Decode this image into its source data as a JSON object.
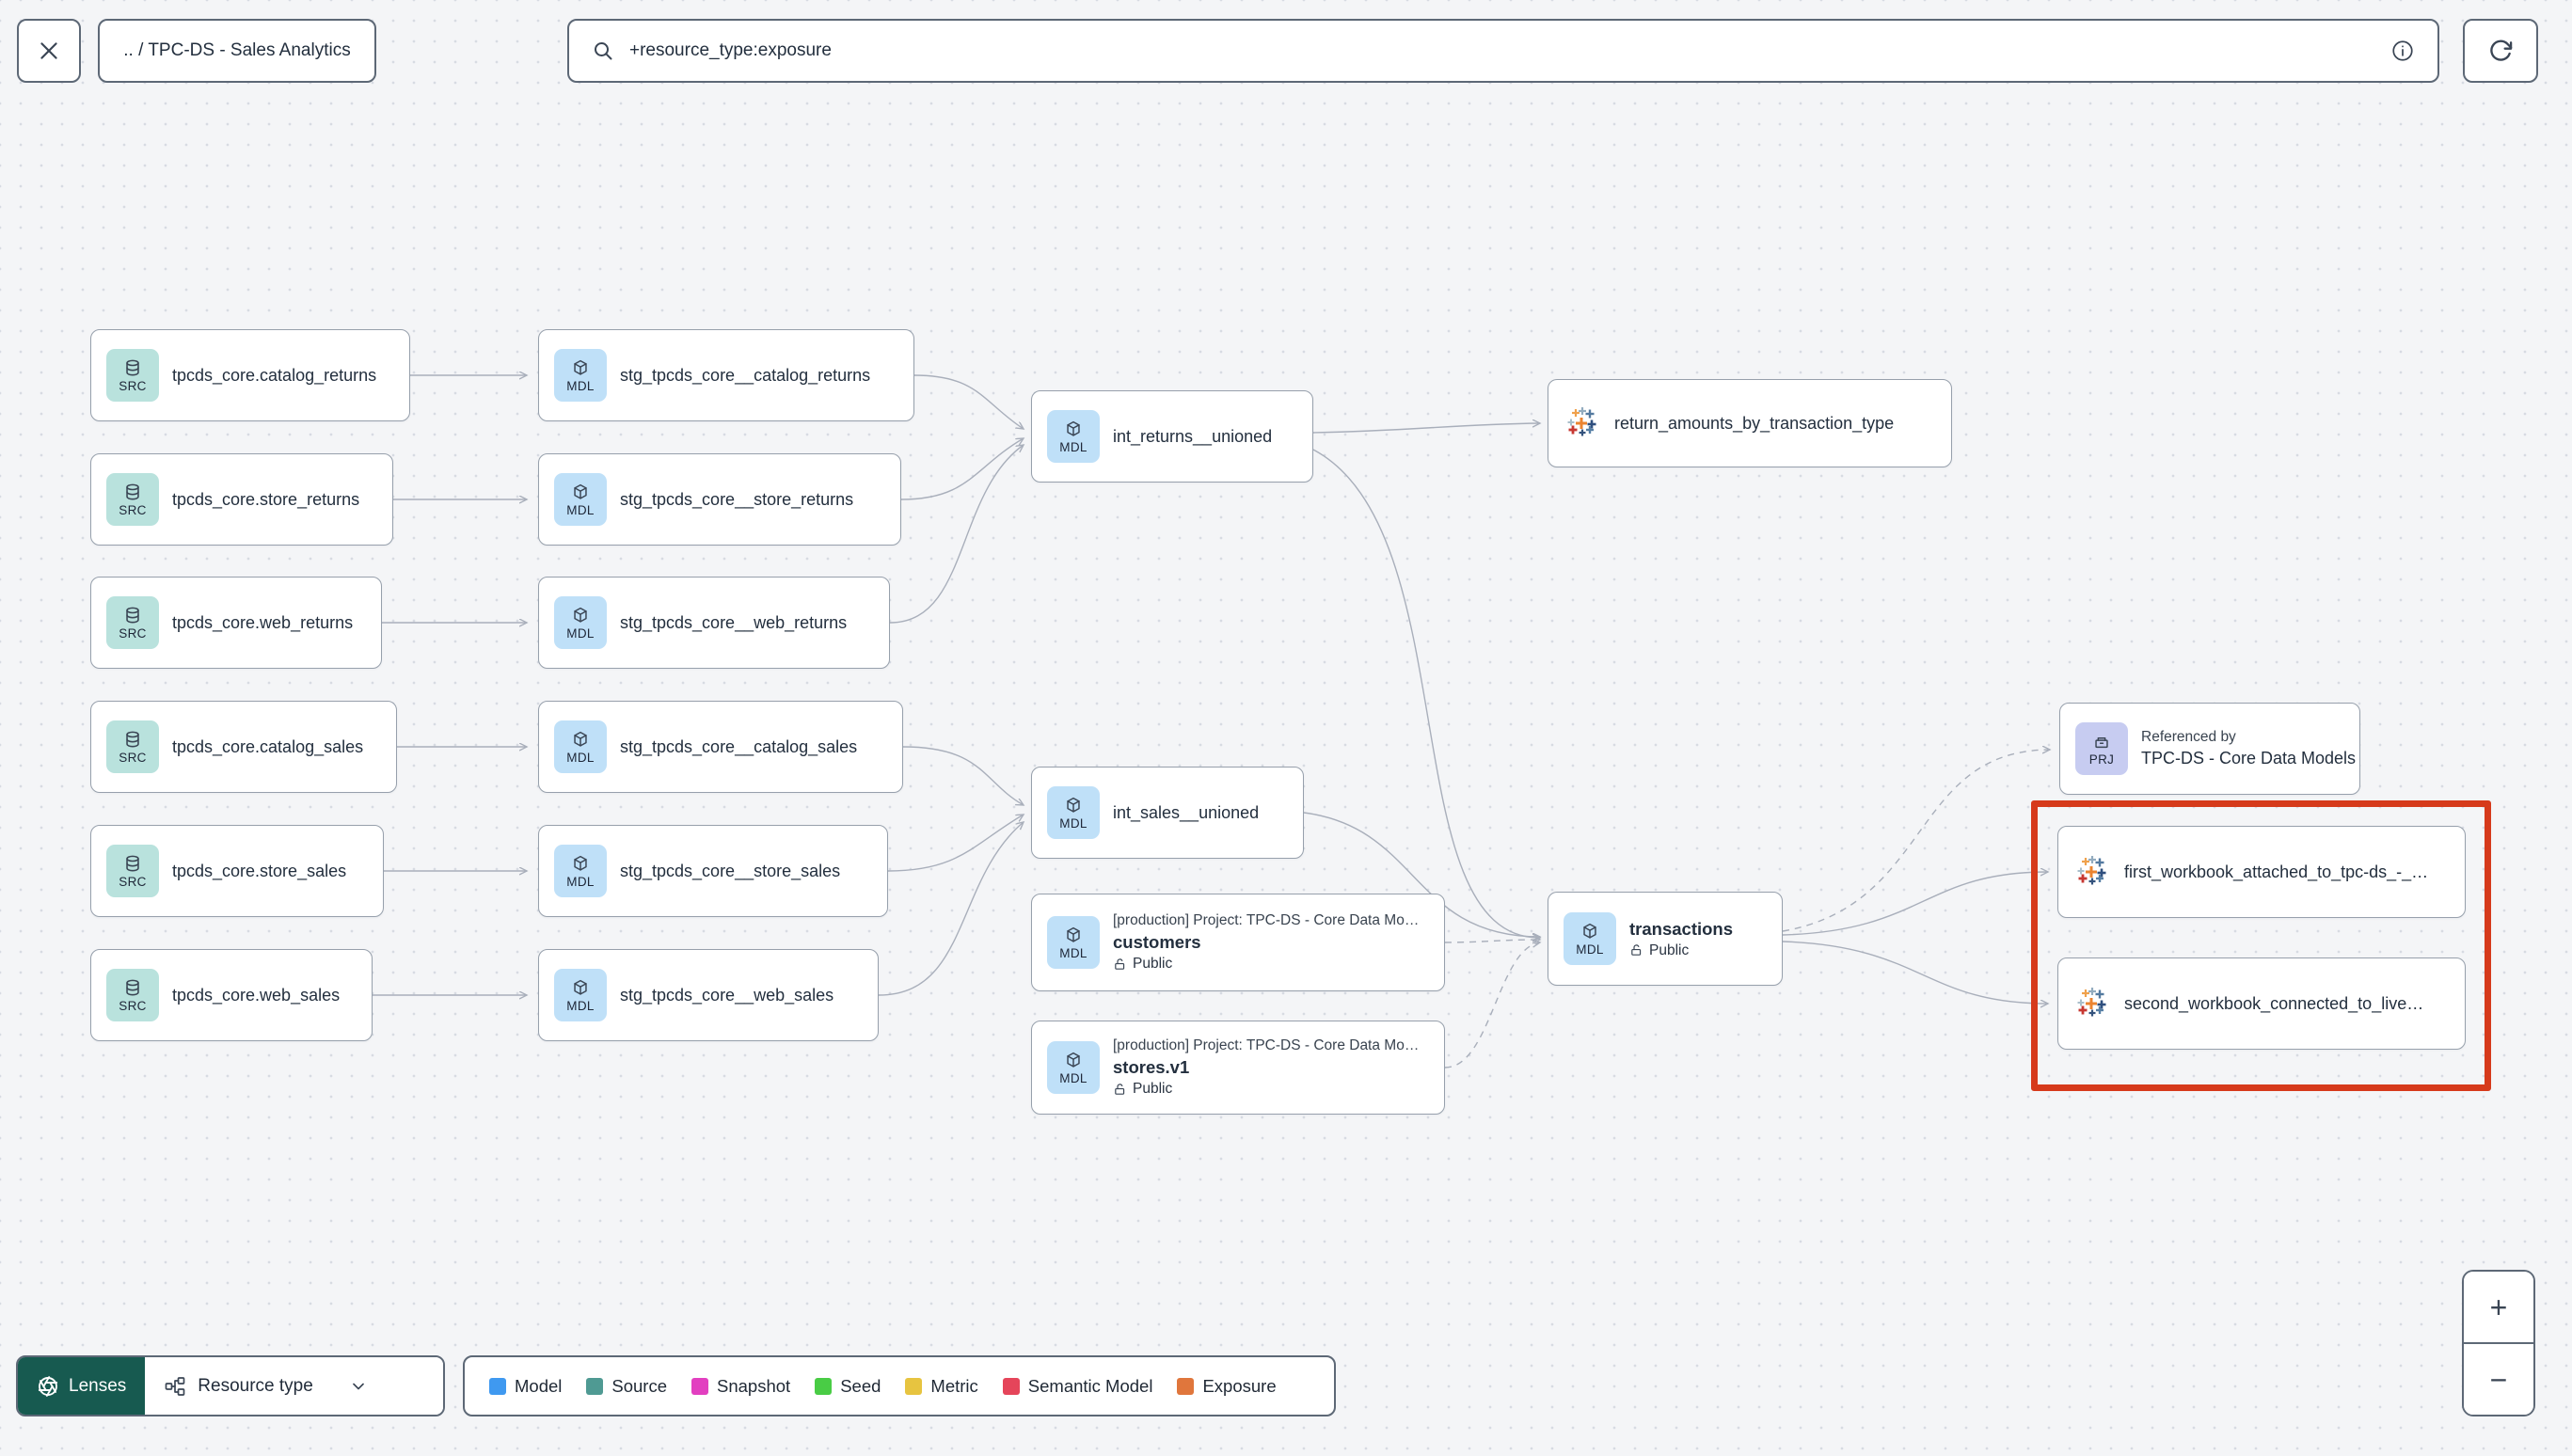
{
  "topbar": {
    "breadcrumb": ".. / TPC-DS - Sales Analytics",
    "search_value": "+resource_type:exposure"
  },
  "graph": {
    "nodes": [
      {
        "badge": "SRC",
        "title": "tpcds_core.catalog_returns"
      },
      {
        "badge": "SRC",
        "title": "tpcds_core.store_returns"
      },
      {
        "badge": "SRC",
        "title": "tpcds_core.web_returns"
      },
      {
        "badge": "SRC",
        "title": "tpcds_core.catalog_sales"
      },
      {
        "badge": "SRC",
        "title": "tpcds_core.store_sales"
      },
      {
        "badge": "SRC",
        "title": "tpcds_core.web_sales"
      },
      {
        "badge": "MDL",
        "title": "stg_tpcds_core__catalog_returns"
      },
      {
        "badge": "MDL",
        "title": "stg_tpcds_core__store_returns"
      },
      {
        "badge": "MDL",
        "title": "stg_tpcds_core__web_returns"
      },
      {
        "badge": "MDL",
        "title": "stg_tpcds_core__catalog_sales"
      },
      {
        "badge": "MDL",
        "title": "stg_tpcds_core__store_sales"
      },
      {
        "badge": "MDL",
        "title": "stg_tpcds_core__web_sales"
      },
      {
        "badge": "MDL",
        "title": "int_returns__unioned"
      },
      {
        "icon": "tableau",
        "title": "return_amounts_by_transaction_type"
      },
      {
        "badge": "MDL",
        "title": "int_sales__unioned"
      },
      {
        "badge": "MDL",
        "project_line": "[production] Project: TPC-DS - Core Data Mo…",
        "title": "customers",
        "visibility": "Public"
      },
      {
        "badge": "MDL",
        "project_line": "[production] Project: TPC-DS - Core Data Mo…",
        "title": "stores.v1",
        "visibility": "Public"
      },
      {
        "badge": "MDL",
        "title": "transactions",
        "visibility": "Public"
      },
      {
        "badge": "PRJ",
        "caption": "Referenced by",
        "title": "TPC-DS - Core Data Models"
      },
      {
        "icon": "tableau",
        "title": "first_workbook_attached_to_tpc-ds_-_…"
      },
      {
        "icon": "tableau",
        "title": "second_workbook_connected_to_live…"
      }
    ]
  },
  "legend": {
    "items": [
      {
        "label": "Model",
        "color": "#3F99F0"
      },
      {
        "label": "Source",
        "color": "#4F9A93"
      },
      {
        "label": "Snapshot",
        "color": "#E23FC0"
      },
      {
        "label": "Seed",
        "color": "#49CC45"
      },
      {
        "label": "Metric",
        "color": "#E7C440"
      },
      {
        "label": "Semantic Model",
        "color": "#E5455A"
      },
      {
        "label": "Exposure",
        "color": "#E0763C"
      }
    ]
  },
  "toolbar": {
    "lenses_label": "Lenses",
    "resource_type_label": "Resource type"
  },
  "zoom_controls": {
    "zoom_in": "+",
    "zoom_out": "−"
  },
  "theme": {
    "background": "#F4F5F7",
    "dot_color": "#D7DBE2",
    "card_border": "#97A0AC",
    "edge_color": "#A9AFBB",
    "highlight_red": "#D63A1B",
    "source_tile": "#B9E2DD",
    "model_tile": "#BFE0F8",
    "project_tile": "#C7CCF1",
    "lenses_green": "#175A50"
  }
}
